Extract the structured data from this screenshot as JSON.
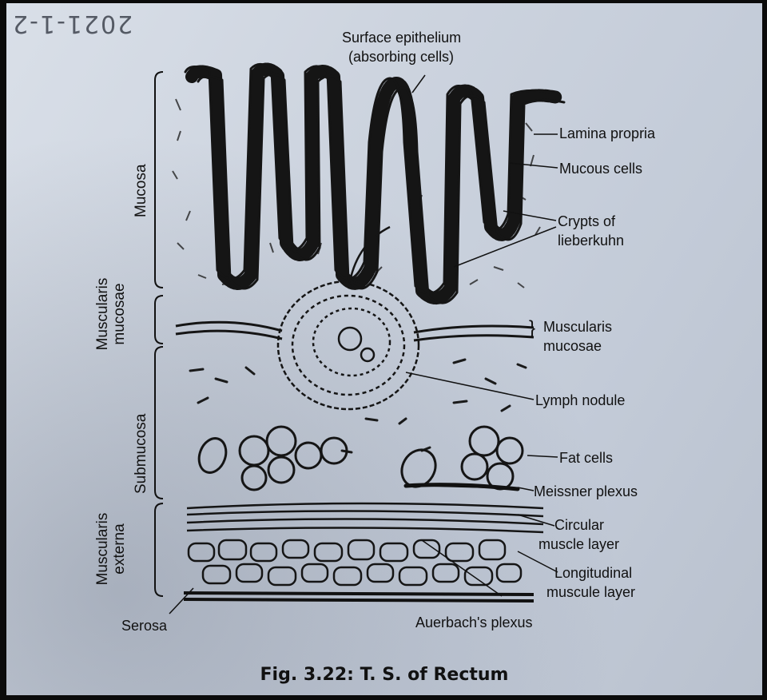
{
  "handwritten_note": "2021-1-2",
  "labels": {
    "surface_epithelium_1": "Surface epithelium",
    "surface_epithelium_2": "(absorbing cells)",
    "lamina_propria": "Lamina propria",
    "mucous_cells": "Mucous cells",
    "crypts_1": "Crypts of",
    "crypts_2": "lieberkuhn",
    "muscularis_mucosae_1": "Muscularis",
    "muscularis_mucosae_2": "mucosae",
    "lymph_nodule": "Lymph nodule",
    "fat_cells": "Fat cells",
    "meissner_plexus": "Meissner plexus",
    "circular_1": "Circular",
    "circular_2": "muscle layer",
    "longitudinal_1": "Longitudinal",
    "longitudinal_2": "muscule layer",
    "auerbach_plexus": "Auerbach's plexus",
    "serosa": "Serosa"
  },
  "side_labels": {
    "mucosa": "Mucosa",
    "muscularis_mucosae_1": "Muscularis",
    "muscularis_mucosae_2": "mucosae",
    "submucosa": "Submucosa",
    "muscularis_externa_1": "Muscularis",
    "muscularis_externa_2": "externa"
  },
  "caption": "Fig. 3.22: T. S. of Rectum"
}
